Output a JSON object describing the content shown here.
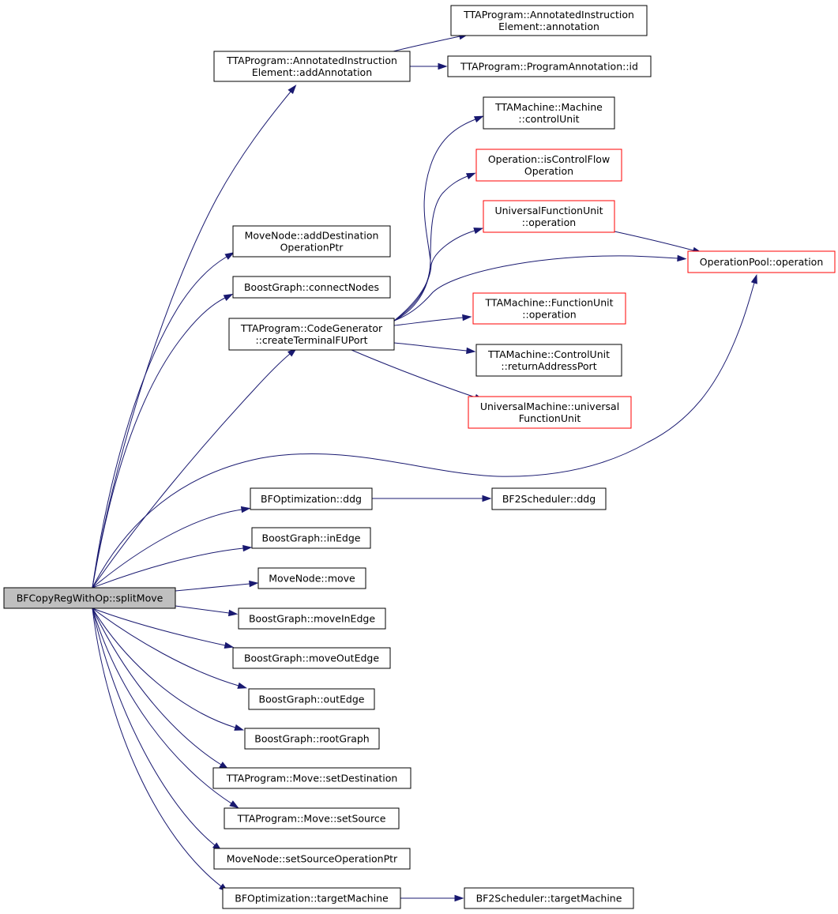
{
  "graph": {
    "colors": {
      "edge": "#191970",
      "root_fill": "#bfbfbf",
      "red_border": "#ff0000",
      "border": "#000000"
    },
    "nodes": [
      {
        "id": "split_move",
        "label": [
          "BFCopyRegWithOp::splitMove"
        ],
        "style": "root"
      },
      {
        "id": "add_annotation",
        "label": [
          "TTAProgram::AnnotatedInstruction",
          "Element::addAnnotation"
        ],
        "style": "normal"
      },
      {
        "id": "annotation",
        "label": [
          "TTAProgram::AnnotatedInstruction",
          "Element::annotation"
        ],
        "style": "normal"
      },
      {
        "id": "annotation_id",
        "label": [
          "TTAProgram::ProgramAnnotation::id"
        ],
        "style": "normal"
      },
      {
        "id": "control_unit",
        "label": [
          "TTAMachine::Machine",
          "::controlUnit"
        ],
        "style": "normal"
      },
      {
        "id": "is_control_flow",
        "label": [
          "Operation::isControlFlow",
          "Operation"
        ],
        "style": "red"
      },
      {
        "id": "ufu_operation",
        "label": [
          "UniversalFunctionUnit",
          "::operation"
        ],
        "style": "red"
      },
      {
        "id": "op_pool_operation",
        "label": [
          "OperationPool::operation"
        ],
        "style": "red"
      },
      {
        "id": "add_dest_op_ptr",
        "label": [
          "MoveNode::addDestination",
          "OperationPtr"
        ],
        "style": "normal"
      },
      {
        "id": "connect_nodes",
        "label": [
          "BoostGraph::connectNodes"
        ],
        "style": "normal"
      },
      {
        "id": "create_terminal_fu_port",
        "label": [
          "TTAProgram::CodeGenerator",
          "::createTerminalFUPort"
        ],
        "style": "normal"
      },
      {
        "id": "fu_operation",
        "label": [
          "TTAMachine::FunctionUnit",
          "::operation"
        ],
        "style": "red"
      },
      {
        "id": "return_address_port",
        "label": [
          "TTAMachine::ControlUnit",
          "::returnAddressPort"
        ],
        "style": "normal"
      },
      {
        "id": "universal_fu",
        "label": [
          "UniversalMachine::universal",
          "FunctionUnit"
        ],
        "style": "red"
      },
      {
        "id": "bfopt_ddg",
        "label": [
          "BFOptimization::ddg"
        ],
        "style": "normal"
      },
      {
        "id": "bf2_ddg",
        "label": [
          "BF2Scheduler::ddg"
        ],
        "style": "normal"
      },
      {
        "id": "in_edge",
        "label": [
          "BoostGraph::inEdge"
        ],
        "style": "normal"
      },
      {
        "id": "node_move",
        "label": [
          "MoveNode::move"
        ],
        "style": "normal"
      },
      {
        "id": "move_in_edge",
        "label": [
          "BoostGraph::moveInEdge"
        ],
        "style": "normal"
      },
      {
        "id": "move_out_edge",
        "label": [
          "BoostGraph::moveOutEdge"
        ],
        "style": "normal"
      },
      {
        "id": "out_edge",
        "label": [
          "BoostGraph::outEdge"
        ],
        "style": "normal"
      },
      {
        "id": "root_graph",
        "label": [
          "BoostGraph::rootGraph"
        ],
        "style": "normal"
      },
      {
        "id": "set_destination",
        "label": [
          "TTAProgram::Move::setDestination"
        ],
        "style": "normal"
      },
      {
        "id": "set_source",
        "label": [
          "TTAProgram::Move::setSource"
        ],
        "style": "normal"
      },
      {
        "id": "set_source_op_ptr",
        "label": [
          "MoveNode::setSourceOperationPtr"
        ],
        "style": "normal"
      },
      {
        "id": "bfopt_target_machine",
        "label": [
          "BFOptimization::targetMachine"
        ],
        "style": "normal"
      },
      {
        "id": "bf2_target_machine",
        "label": [
          "BF2Scheduler::targetMachine"
        ],
        "style": "normal"
      }
    ],
    "edges": [
      {
        "from": "split_move",
        "to": "add_annotation"
      },
      {
        "from": "add_annotation",
        "to": "annotation"
      },
      {
        "from": "add_annotation",
        "to": "annotation_id"
      },
      {
        "from": "split_move",
        "to": "add_dest_op_ptr"
      },
      {
        "from": "split_move",
        "to": "connect_nodes"
      },
      {
        "from": "split_move",
        "to": "create_terminal_fu_port"
      },
      {
        "from": "create_terminal_fu_port",
        "to": "control_unit"
      },
      {
        "from": "create_terminal_fu_port",
        "to": "is_control_flow"
      },
      {
        "from": "create_terminal_fu_port",
        "to": "ufu_operation"
      },
      {
        "from": "create_terminal_fu_port",
        "to": "op_pool_operation"
      },
      {
        "from": "ufu_operation",
        "to": "op_pool_operation"
      },
      {
        "from": "create_terminal_fu_port",
        "to": "fu_operation"
      },
      {
        "from": "create_terminal_fu_port",
        "to": "return_address_port"
      },
      {
        "from": "create_terminal_fu_port",
        "to": "universal_fu"
      },
      {
        "from": "split_move",
        "to": "op_pool_operation"
      },
      {
        "from": "split_move",
        "to": "bfopt_ddg"
      },
      {
        "from": "bfopt_ddg",
        "to": "bf2_ddg"
      },
      {
        "from": "split_move",
        "to": "in_edge"
      },
      {
        "from": "split_move",
        "to": "node_move"
      },
      {
        "from": "split_move",
        "to": "move_in_edge"
      },
      {
        "from": "split_move",
        "to": "move_out_edge"
      },
      {
        "from": "split_move",
        "to": "out_edge"
      },
      {
        "from": "split_move",
        "to": "root_graph"
      },
      {
        "from": "split_move",
        "to": "set_destination"
      },
      {
        "from": "split_move",
        "to": "set_source"
      },
      {
        "from": "split_move",
        "to": "set_source_op_ptr"
      },
      {
        "from": "split_move",
        "to": "bfopt_target_machine"
      },
      {
        "from": "bfopt_target_machine",
        "to": "bf2_target_machine"
      }
    ]
  }
}
